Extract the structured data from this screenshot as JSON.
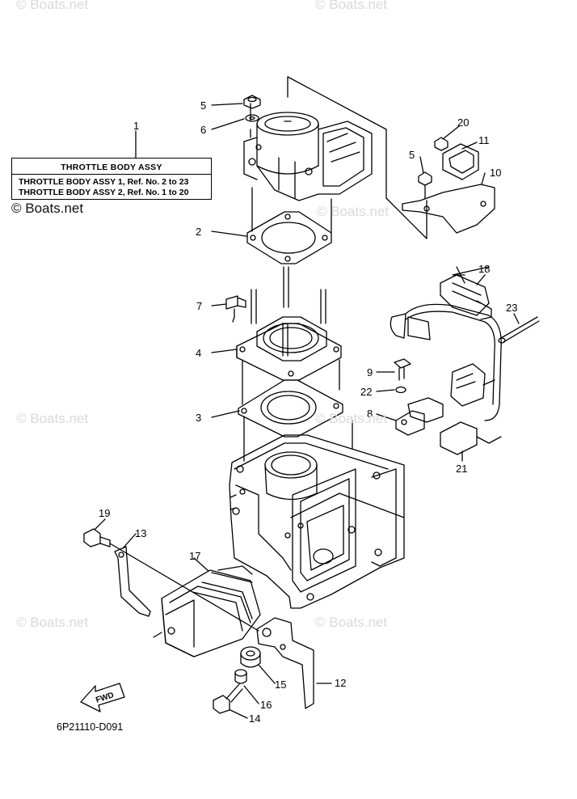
{
  "legend": {
    "title": "THROTTLE BODY ASSY",
    "line1": "THROTTLE BODY ASSY 1,  Ref. No. 2 to 23",
    "line2": "THROTTLE BODY ASSY 2,  Ref. No. 1 to 20"
  },
  "watermark": "© Boats.net",
  "drawing_code": "6P21110-D091",
  "fwd_label": "FWD",
  "callouts": [
    "1",
    "2",
    "3",
    "4",
    "5",
    "6",
    "7",
    "8",
    "9",
    "10",
    "11",
    "12",
    "13",
    "14",
    "15",
    "16",
    "17",
    "18",
    "19",
    "20",
    "21",
    "22",
    "23",
    "5"
  ]
}
